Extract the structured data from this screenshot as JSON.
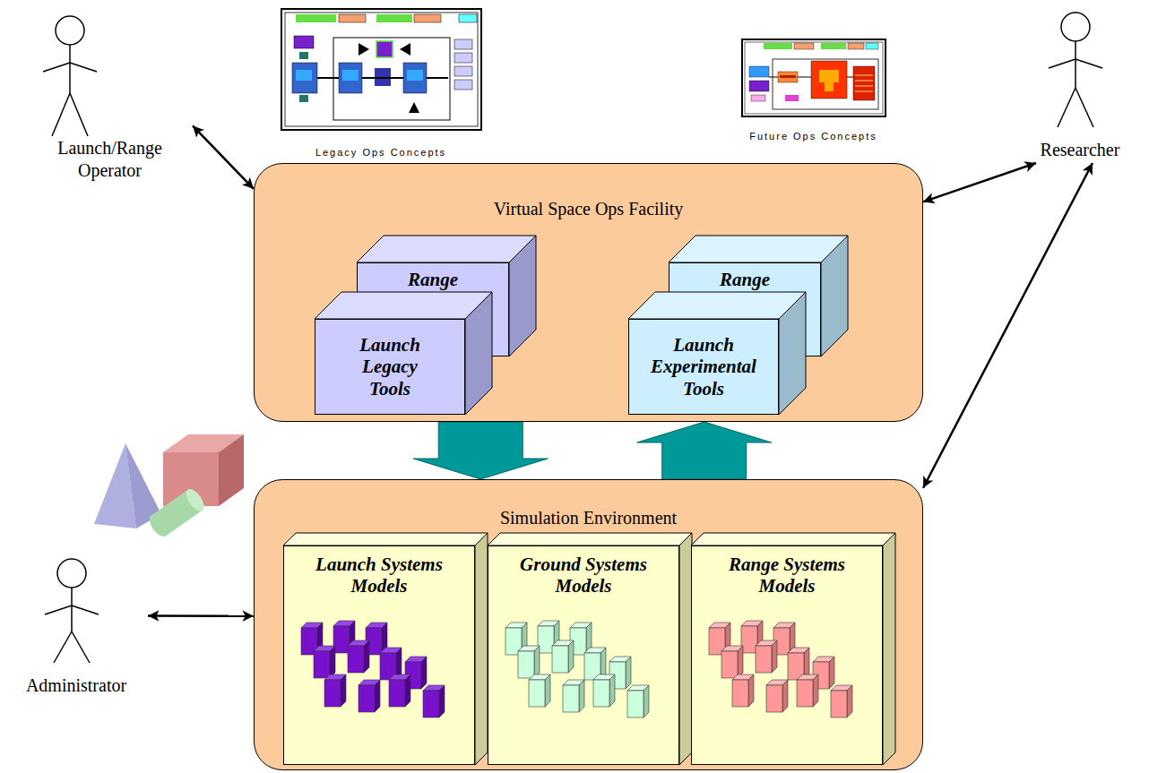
{
  "diagram": {
    "nodes": [
      {
        "text": [
          "Launch/Range Operator"
        ]
      },
      {
        "text": [
          "Legacy Ops Concepts"
        ]
      },
      {
        "text": [
          "Future Ops Concepts"
        ]
      },
      {
        "text": [
          "Researcher"
        ]
      },
      {
        "text": [
          "Virtual Space Ops Facility"
        ]
      },
      {
        "text": [
          "Range"
        ],
        "in": 4
      },
      {
        "text": [
          "Launch Legacy Tools"
        ],
        "in": 4
      },
      {
        "text": [
          "Range"
        ],
        "in": 4
      },
      {
        "text": [
          "Launch Experimental Tools"
        ],
        "in": 4
      },
      {
        "text": [
          "Simulation Environment"
        ]
      },
      {
        "text": [
          "Launch Systems Models"
        ],
        "in": 9
      },
      {
        "text": [
          "Ground Systems Models"
        ],
        "in": 9
      },
      {
        "text": [
          "Range Systems Models"
        ],
        "in": 9
      },
      {
        "text": [
          "Administrator"
        ]
      }
    ],
    "edges": [
      {
        "from": 0,
        "to": 4,
        "arrow": "both"
      },
      {
        "from": 3,
        "to": 4,
        "arrow": "both"
      },
      {
        "from": 3,
        "to": 9,
        "arrow": "both"
      },
      {
        "from": 4,
        "to": 9,
        "arrow": "to"
      },
      {
        "from": 9,
        "to": 4,
        "arrow": "to"
      },
      {
        "from": 13,
        "to": 9,
        "arrow": "both"
      }
    ]
  }
}
